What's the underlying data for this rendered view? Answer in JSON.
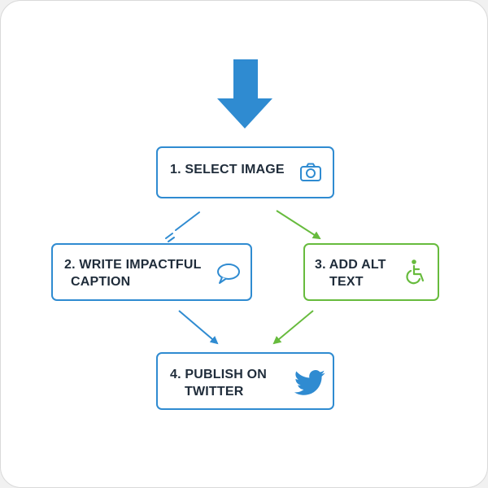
{
  "colors": {
    "blue": "#2f8bd1",
    "green": "#67bb3d",
    "arrow_blue": "#2f8bd1",
    "text": "#1f2c3a"
  },
  "steps": [
    {
      "label": "1. SELECT IMAGE",
      "icon": "camera-icon"
    },
    {
      "label_lines": [
        "2. WRITE IMPACTFUL",
        "CAPTION"
      ],
      "icon": "speech-bubble-icon"
    },
    {
      "label_lines": [
        "3. ADD ALT",
        "TEXT"
      ],
      "icon": "wheelchair-accessibility-icon"
    },
    {
      "label_lines": [
        "4. PUBLISH ON",
        "TWITTER"
      ],
      "icon": "twitter-bird-icon"
    }
  ]
}
